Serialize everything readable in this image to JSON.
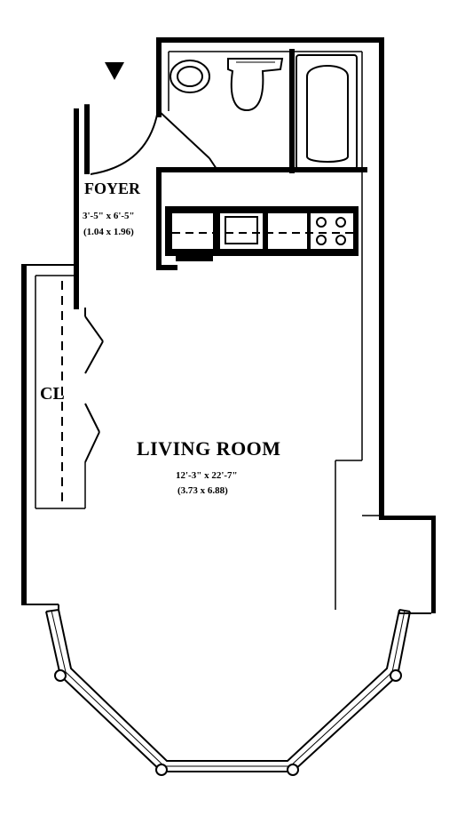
{
  "plan": {
    "colors": {
      "wall": "#000000",
      "background": "#ffffff"
    },
    "rooms": {
      "foyer": {
        "name": "FOYER",
        "dim_imperial": "3'-5\" x 6'-5\"",
        "dim_metric": "(1.04 x 1.96)"
      },
      "closet": {
        "name": "CL"
      },
      "living": {
        "name": "LIVING ROOM",
        "dim_imperial": "12'-3\" x 22'-7\"",
        "dim_metric": "(3.73 x 6.88)"
      }
    },
    "icons": [
      "north-arrow-icon",
      "toilet-icon",
      "sink-icon",
      "bathtub-icon",
      "stove-icon",
      "kitchen-sink-icon",
      "door-swing-icon"
    ]
  }
}
